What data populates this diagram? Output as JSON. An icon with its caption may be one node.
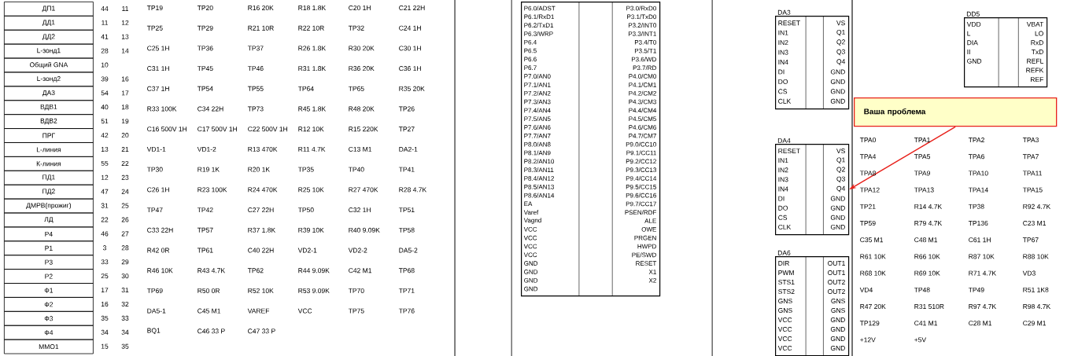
{
  "diagram": {
    "nodes": [
      {
        "text": [
          "ДП1"
        ],
        "beside": [
          "44",
          "11"
        ]
      },
      {
        "text": [
          "ДД1"
        ],
        "beside": [
          "11",
          "12"
        ]
      },
      {
        "text": [
          "ДД2"
        ],
        "beside": [
          "41",
          "13"
        ]
      },
      {
        "text": [
          "L-зонд1"
        ],
        "beside": [
          "28",
          "14"
        ]
      },
      {
        "text": [
          "Общий GNA"
        ],
        "beside": [
          "10"
        ]
      },
      {
        "text": [
          "L-зонд2"
        ],
        "beside": [
          "39",
          "16"
        ]
      },
      {
        "text": [
          "ДА3"
        ],
        "beside": [
          "54",
          "17"
        ]
      },
      {
        "text": [
          "ВДВ1"
        ],
        "beside": [
          "40",
          "18"
        ]
      },
      {
        "text": [
          "ВДВ2"
        ],
        "beside": [
          "51",
          "19"
        ]
      },
      {
        "text": [
          "ПРГ"
        ],
        "beside": [
          "42",
          "20"
        ]
      },
      {
        "text": [
          "L-линия"
        ],
        "beside": [
          "13",
          "21"
        ]
      },
      {
        "text": [
          "К-линия"
        ],
        "beside": [
          "55",
          "22"
        ]
      },
      {
        "text": [
          "ПД1"
        ],
        "beside": [
          "12",
          "23"
        ]
      },
      {
        "text": [
          "ПД2"
        ],
        "beside": [
          "47",
          "24"
        ]
      },
      {
        "text": [
          "ДМРВ(прожиг)"
        ],
        "beside": [
          "31",
          "25"
        ]
      },
      {
        "text": [
          "ЛД"
        ],
        "beside": [
          "22",
          "26"
        ]
      },
      {
        "text": [
          "Р4"
        ],
        "beside": [
          "46",
          "27"
        ]
      },
      {
        "text": [
          "Р1"
        ],
        "beside": [
          "3",
          "28"
        ]
      },
      {
        "text": [
          "Р3"
        ],
        "beside": [
          "33",
          "29"
        ]
      },
      {
        "text": [
          "Р2"
        ],
        "beside": [
          "25",
          "30"
        ]
      },
      {
        "text": [
          "Ф1"
        ],
        "beside": [
          "17",
          "31"
        ]
      },
      {
        "text": [
          "Ф2"
        ],
        "beside": [
          "16",
          "32"
        ]
      },
      {
        "text": [
          "Ф3"
        ],
        "beside": [
          "35",
          "33"
        ]
      },
      {
        "text": [
          "Ф4"
        ],
        "beside": [
          "34",
          "34"
        ]
      },
      {
        "text": [
          "ММО1"
        ],
        "beside": [
          "15",
          "35"
        ]
      },
      {
        "text": [
          "P6.0/ADST",
          "P6.1/RxD1",
          "P6.2/TxD1",
          "P6.3/WRP",
          "P6.4",
          "P6.5",
          "P6.6",
          "P6.7",
          "P7.0/AN0",
          "P7.1/AN1",
          "P7.2/AN2",
          "P7.3/AN3",
          "P7.4/AN4",
          "P7.5/AN5",
          "P7.6/AN6",
          "P7.7/AN7",
          "P8.0/AN8",
          "P8.1/AN9",
          "P8.2/AN10",
          "P8.3/AN11",
          "P8.4/AN12",
          "P8.5/AN13",
          "P8.6/AN14",
          "EA",
          "Varef",
          "Vagnd",
          "VCC",
          "VCC",
          "VCC",
          "VCC",
          "GND",
          "GND",
          "GND",
          "GND",
          "P3.0/RxD0",
          "P3.1/TxD0",
          "P3.2/INT0",
          "P3.3/INT1",
          "P3.4/T0",
          "P3.5/T1",
          "P3.6/WD",
          "P3.7/RD",
          "P4.0/CM0",
          "P4.1/CM1",
          "P4.2/CM2",
          "P4.3/CM3",
          "P4.4/CM4",
          "P4.5/CM5",
          "P4.6/CM6",
          "P4.7/CM7",
          "P9.0/CC10",
          "P9.1/CC11",
          "P9.2/CC12",
          "P9.3/CC13",
          "P9.4/CC14",
          "P9.5/CC15",
          "P9.6/CC16",
          "P9.7/CC17",
          "PSEN/RDF",
          "ALE",
          "OWE",
          "PRGEN",
          "HWPD",
          "PE/SWD",
          "RESET",
          "X1",
          "X2"
        ]
      },
      {
        "text": [
          "RESET",
          "IN1",
          "IN2",
          "IN3",
          "IN4",
          "DI",
          "DO",
          "CS",
          "CLK",
          "VS",
          "Q1",
          "Q2",
          "Q3",
          "Q4",
          "GND",
          "GND",
          "GND",
          "GND"
        ],
        "beside": [
          "DA3"
        ]
      },
      {
        "text": [
          "RESET",
          "IN1",
          "IN2",
          "IN3",
          "IN4",
          "DI",
          "DO",
          "CS",
          "CLK",
          "VS",
          "Q1",
          "Q2",
          "Q3",
          "Q4",
          "GND",
          "GND",
          "GND",
          "GND"
        ],
        "beside": [
          "DA4"
        ]
      },
      {
        "text": [
          "DIR",
          "PWM",
          "STS1",
          "STS2",
          "GNS",
          "GNS",
          "VCC",
          "VCC",
          "VCC",
          "VCC",
          "OUT1",
          "OUT1",
          "OUT2",
          "OUT2",
          "GNS",
          "GNS",
          "GND",
          "GND",
          "GND",
          "GND"
        ],
        "beside": [
          "DA6"
        ]
      },
      {
        "text": [
          "VDD",
          "L",
          "DIA",
          "II",
          "GND",
          "VBAT",
          "LO",
          "RxD",
          "TxD",
          "REFL",
          "REFK",
          "REF"
        ],
        "beside": [
          "DD5"
        ]
      },
      {
        "text": [
          "Ваша проблема"
        ]
      }
    ],
    "edges": [
      {
        "from": 30,
        "to": 27,
        "arrow": "to",
        "color": "#e8201a"
      }
    ],
    "labels": [
      "TP19",
      "TP20",
      "R16 20K",
      "R18 1.8K",
      "C20 1H",
      "C21 22H",
      "TP25",
      "TP29",
      "R21 10R",
      "R22 10R",
      "TP32",
      "C24 1H",
      "C25 1H",
      "TP36",
      "TP37",
      "R26 1.8K",
      "R30 20K",
      "C30 1H",
      "C31 1H",
      "TP45",
      "TP46",
      "R31 1.8K",
      "R36 20K",
      "C36 1H",
      "C37 1H",
      "TP54",
      "TP55",
      "TP64",
      "TP65",
      "R35 20K",
      "R33 100K",
      "C34 22H",
      "TP73",
      "R45 1.8K",
      "R48 20K",
      "TP26",
      "C16 500V 1H",
      "C17 500V 1H",
      "C22 500V 1H",
      "R12 10K",
      "R15 220K",
      "TP27",
      "VD1-1",
      "VD1-2",
      "R13 470K",
      "R11 4.7K",
      "C13 M1",
      "DA2-1",
      "TP30",
      "R19 1K",
      "R20 1K",
      "TP35",
      "TP40",
      "TP41",
      "C26 1H",
      "R23 100K",
      "R24 470K",
      "R25 10K",
      "R27 470K",
      "R28 4.7K",
      "TP47",
      "TP42",
      "C27 22H",
      "TP50",
      "C32 1H",
      "TP51",
      "C33 22H",
      "TP57",
      "R37 1.8K",
      "R39 10K",
      "R40 9.09K",
      "TP58",
      "R42 0R",
      "TP61",
      "C40 22H",
      "VD2-1",
      "VD2-2",
      "DA5-2",
      "R46 10K",
      "R43 4.7K",
      "TP62",
      "R44 9.09K",
      "C42 M1",
      "TP68",
      "TP69",
      "R50 0R",
      "R52 10K",
      "R53 9.09K",
      "TP70",
      "TP71",
      "DA5-1",
      "C45 M1",
      "VAREF",
      "VCC",
      "TP75",
      "TP76",
      "BQ1",
      "C46 33 P",
      "C47 33 P",
      "TPA0",
      "TPA1",
      "TPA2",
      "TPA3",
      "TPA4",
      "TPA5",
      "TPA6",
      "TPA7",
      "TPA8",
      "TPA9",
      "TPA10",
      "TPA11",
      "TPA12",
      "TPA13",
      "TPA14",
      "TPA15",
      "TP21",
      "R14 4.7K",
      "TP38",
      "R92 4.7K",
      "TP59",
      "R79 4.7K",
      "TP136",
      "C23 M1",
      "C35 M1",
      "C48 M1",
      "C61 1H",
      "TP67",
      "R61 10K",
      "R66 10K",
      "R87 10K",
      "R88 10K",
      "R68 10K",
      "R69 10K",
      "R71 4.7K",
      "VD3",
      "VD4",
      "TP48",
      "TP49",
      "R51 1K8",
      "R47 20K",
      "R31 510R",
      "R97 4.7K",
      "R98 4.7K",
      "TP129",
      "C41 M1",
      "C28 M1",
      "C29 M1",
      "+12V",
      "+5V"
    ]
  }
}
